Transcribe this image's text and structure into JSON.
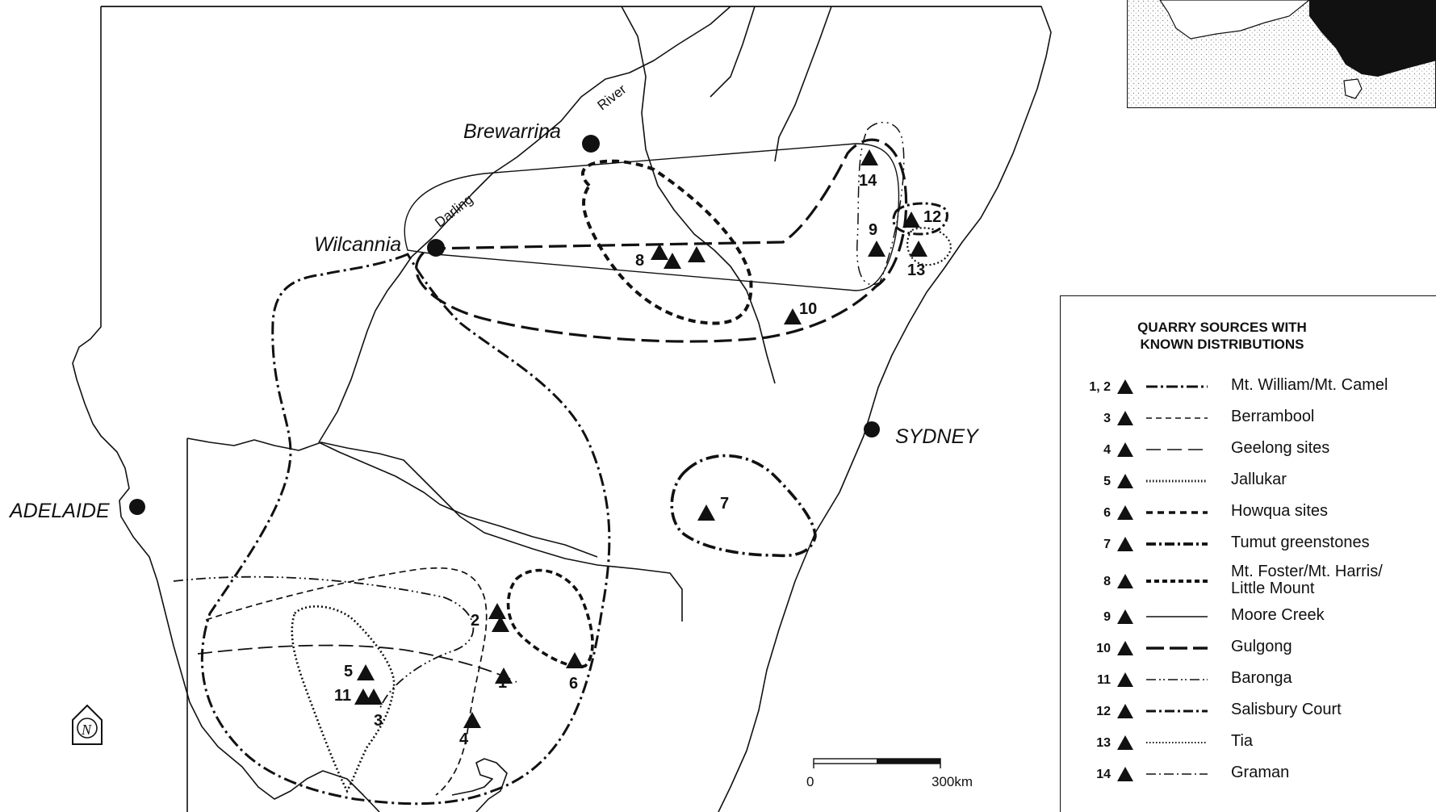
{
  "places": {
    "brewarrina": "Brewarrina",
    "wilcannia": "Wilcannia",
    "adelaide": "ADELAIDE",
    "sydney": "SYDNEY"
  },
  "rivers": {
    "river": "River",
    "darling": "Darling"
  },
  "compass": {
    "letter": "N"
  },
  "scale": {
    "start": "0",
    "end": "300km"
  },
  "site_labels": [
    "1",
    "2",
    "3",
    "4",
    "5",
    "6",
    "7",
    "8",
    "9",
    "10",
    "11",
    "12",
    "13",
    "14"
  ],
  "legend": {
    "title_line1": "QUARRY SOURCES WITH",
    "title_line2": "KNOWN DISTRIBUTIONS",
    "items": [
      {
        "num": "1, 2",
        "name": "Mt. William/Mt. Camel"
      },
      {
        "num": "3",
        "name": "Berrambool"
      },
      {
        "num": "4",
        "name": "Geelong sites"
      },
      {
        "num": "5",
        "name": "Jallukar"
      },
      {
        "num": "6",
        "name": "Howqua sites"
      },
      {
        "num": "7",
        "name": "Tumut greenstones"
      },
      {
        "num": "8",
        "name": "Mt. Foster/Mt. Harris/",
        "name2": "Little Mount"
      },
      {
        "num": "9",
        "name": "Moore Creek"
      },
      {
        "num": "10",
        "name": "Gulgong"
      },
      {
        "num": "11",
        "name": "Baronga"
      },
      {
        "num": "12",
        "name": "Salisbury Court"
      },
      {
        "num": "13",
        "name": "Tia"
      },
      {
        "num": "14",
        "name": "Graman"
      }
    ]
  }
}
